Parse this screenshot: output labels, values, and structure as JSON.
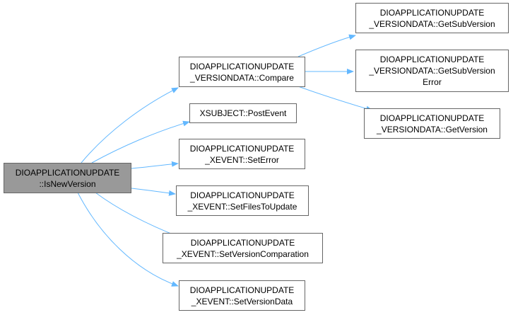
{
  "graph": {
    "type": "call-graph",
    "edge_color": "#63b8ff",
    "root": {
      "line1": "DIOAPPLICATIONUPDATE",
      "line2": "::IsNewVersion"
    },
    "nodes": {
      "compare": {
        "line1": "DIOAPPLICATIONUPDATE",
        "line2": "_VERSIONDATA::Compare"
      },
      "postevent": {
        "line1": "XSUBJECT::PostEvent"
      },
      "seterror": {
        "line1": "DIOAPPLICATIONUPDATE",
        "line2": "_XEVENT::SetError"
      },
      "setfiles": {
        "line1": "DIOAPPLICATIONUPDATE",
        "line2": "_XEVENT::SetFilesToUpdate"
      },
      "setcomp": {
        "line1": "DIOAPPLICATIONUPDATE",
        "line2": "_XEVENT::SetVersionComparation"
      },
      "setdata": {
        "line1": "DIOAPPLICATIONUPDATE",
        "line2": "_XEVENT::SetVersionData"
      },
      "getsub": {
        "line1": "DIOAPPLICATIONUPDATE",
        "line2": "_VERSIONDATA::GetSubVersion"
      },
      "getsuberr": {
        "line1": "DIOAPPLICATIONUPDATE",
        "line2": "_VERSIONDATA::GetSubVersion",
        "line3": "Error"
      },
      "getver": {
        "line1": "DIOAPPLICATIONUPDATE",
        "line2": "_VERSIONDATA::GetVersion"
      }
    }
  }
}
